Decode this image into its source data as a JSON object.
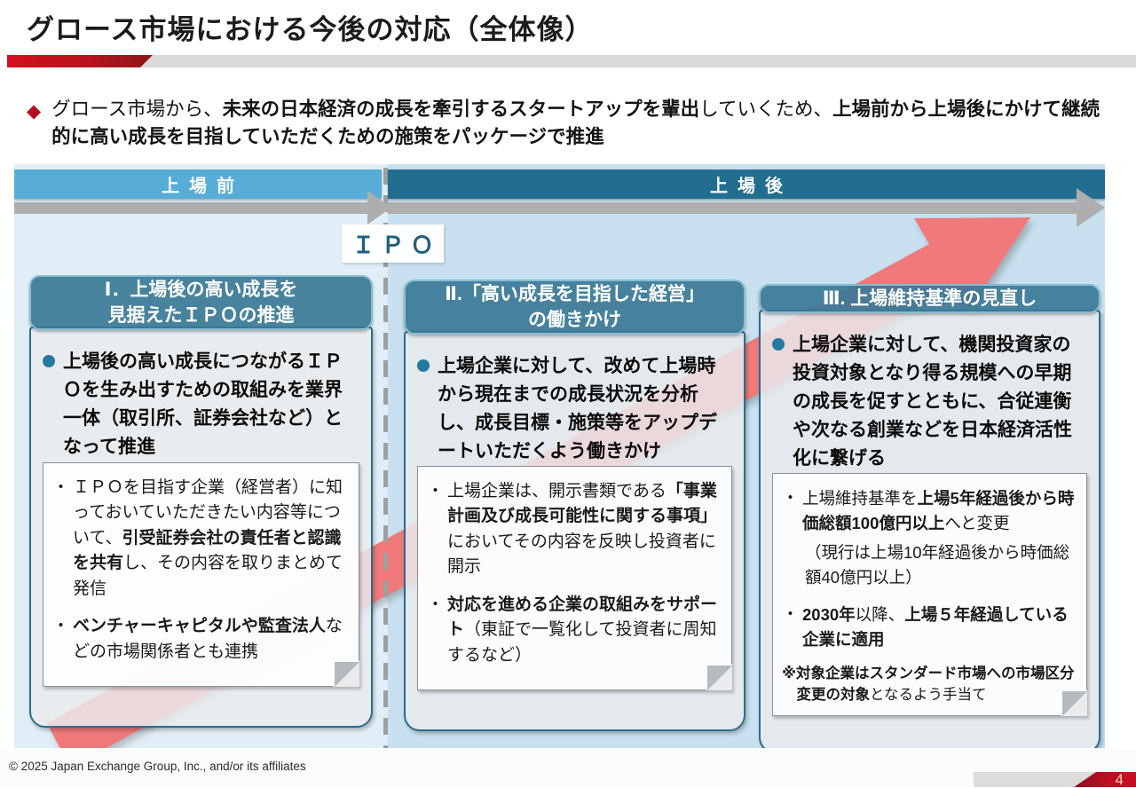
{
  "slide": {
    "title": "グロース市場における今後の対応（全体像）",
    "markers": {
      "diamond": "◆",
      "note_bullet": "・"
    },
    "intro": [
      {
        "t": "グロース市場から、",
        "b": false
      },
      {
        "t": "未来の日本経済の成長を牽引するスタートアップを輩出",
        "b": true
      },
      {
        "t": "していくため、",
        "b": false
      },
      {
        "t": "上場前から上場後にかけて継続的に高い成長を目指していただくための施策をパッケージで推進",
        "b": true
      }
    ],
    "timeline": {
      "before": "上場前",
      "after": "上場後",
      "ipo": "ＩＰＯ"
    },
    "cards": [
      {
        "header": "Ⅰ．上場後の高い成長を\n見据えたＩＰＯの推進",
        "main": "上場後の高い成長につながるＩＰＯを生み出すための取組みを業界一体（取引所、証券会社など）となって推進",
        "notes": [
          [
            {
              "t": "ＩＰＯを目指す企業（経営者）に知っておいていただきたい内容等について、",
              "b": false
            },
            {
              "t": "引受証券会社の責任者と認識を共有",
              "b": true
            },
            {
              "t": "し、その内容を取りまとめて発信",
              "b": false
            }
          ],
          [
            {
              "t": "ベンチャーキャピタルや監査法人",
              "b": true
            },
            {
              "t": "などの市場関係者とも連携",
              "b": false
            }
          ]
        ]
      },
      {
        "header": "Ⅱ.「高い成長を目指した経営」\nの働きかけ",
        "main": "上場企業に対して、改めて上場時から現在までの成長状況を分析し、成長目標・施策等をアップデートいただくよう働きかけ",
        "notes": [
          [
            {
              "t": "上場企業は、開示書類である",
              "b": false
            },
            {
              "t": "「事業計画及び成長可能性に関する事項」",
              "b": true
            },
            {
              "t": "においてその内容を反映し投資者に開示",
              "b": false
            }
          ],
          [
            {
              "t": "対応を進める企業の取組みをサポート",
              "b": true
            },
            {
              "t": "（東証で一覧化して投資者に周知するなど）",
              "b": false
            }
          ]
        ]
      },
      {
        "header": "Ⅲ. 上場維持基準の見直し",
        "main": "上場企業に対して、機関投資家の投資対象となり得る規模への早期の成長を促すとともに、合従連衡や次なる創業などを日本経済活性化に繋げる",
        "notes": [
          [
            {
              "t": "上場維持基準を",
              "b": false
            },
            {
              "t": "上場5年経過後から時価総額100億円以上",
              "b": true
            },
            {
              "t": "へと変更",
              "b": false
            }
          ],
          [
            {
              "t": "2030年",
              "b": true
            },
            {
              "t": "以降、",
              "b": false
            },
            {
              "t": "上場５年経過している企業に適用",
              "b": true
            }
          ]
        ],
        "note_sub": "（現行は上場10年経過後から時価総額40億円以上）",
        "footnote": [
          {
            "t": "※対象企業はスタンダード市場への市場区分変更の対象",
            "b": true
          },
          {
            "t": "となるよう手当て",
            "b": false
          }
        ]
      }
    ],
    "footer": {
      "copyright": "© 2025 Japan Exchange Group, Inc., and/or its affiliates",
      "page": "4"
    },
    "colors": {
      "accent_red": "#C8101E",
      "bar_before_blue": "#58ACD8",
      "bar_after_teal": "#226E91",
      "card_header_teal": "#3B7A96",
      "growth_arrow_salmon": "#F0797B",
      "panel_bg_left": "#E2EEF7",
      "panel_bg_right": "#C8E0EF",
      "page_number_red": "#C20D22"
    }
  }
}
